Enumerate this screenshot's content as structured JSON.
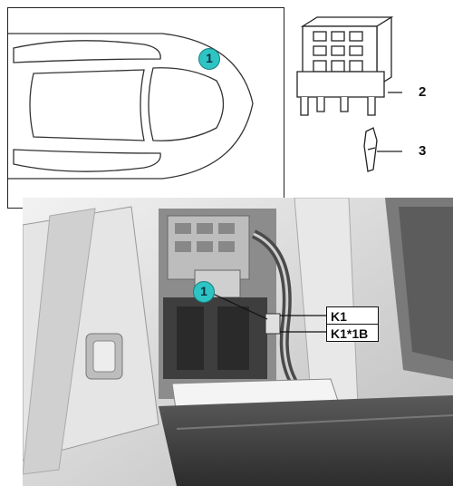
{
  "locator": {
    "marker": "1"
  },
  "parts": {
    "relay_label": "2",
    "terminal_label": "3"
  },
  "photo": {
    "marker": "1",
    "callouts": [
      "K1",
      "K1*1B"
    ]
  },
  "colors": {
    "marker_fill": "#2ec4c4",
    "outline": "#222222",
    "photo_dark": "#3b3b3b",
    "photo_light": "#d9d9d9"
  }
}
